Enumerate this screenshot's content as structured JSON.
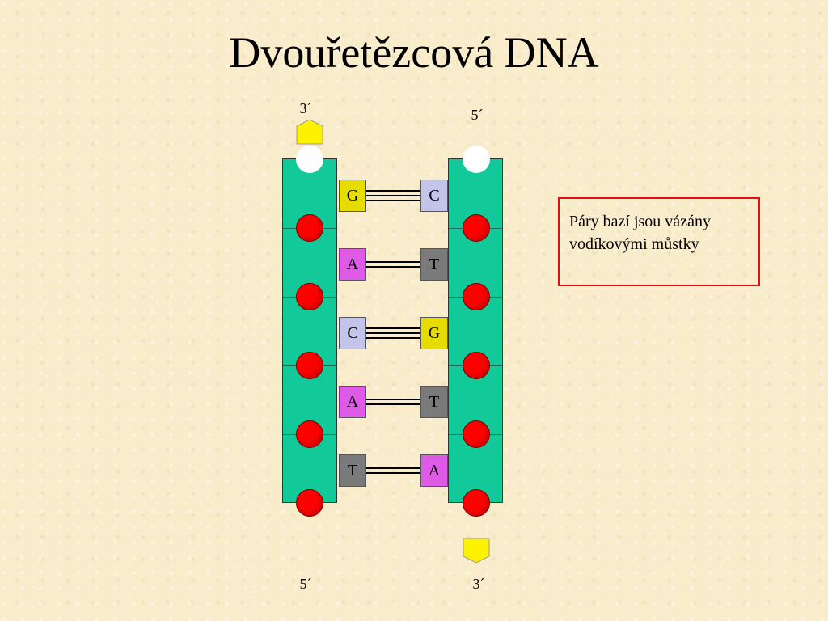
{
  "title": "Dvouřetězcová DNA",
  "ends": {
    "left_top": "3´",
    "right_top": "5´",
    "left_bottom": "5´",
    "right_bottom": "3´"
  },
  "base_pairs": [
    {
      "left": "G",
      "right": "C",
      "bonds": 3
    },
    {
      "left": "A",
      "right": "T",
      "bonds": 2
    },
    {
      "left": "C",
      "right": "G",
      "bonds": 3
    },
    {
      "left": "A",
      "right": "T",
      "bonds": 2
    },
    {
      "left": "T",
      "right": "A",
      "bonds": 2
    }
  ],
  "base_colors": {
    "G": "#e6dc00",
    "C": "#c3c4ea",
    "A": "#e05ae8",
    "T": "#7a7a7a"
  },
  "colors": {
    "strand": "#12c99a",
    "phosphate": "#e00000",
    "arrow": "#fff200",
    "note_border": "#e01010"
  },
  "note": {
    "line1": "Páry bazí jsou vázány",
    "line2": "vodíkovými můstky"
  }
}
